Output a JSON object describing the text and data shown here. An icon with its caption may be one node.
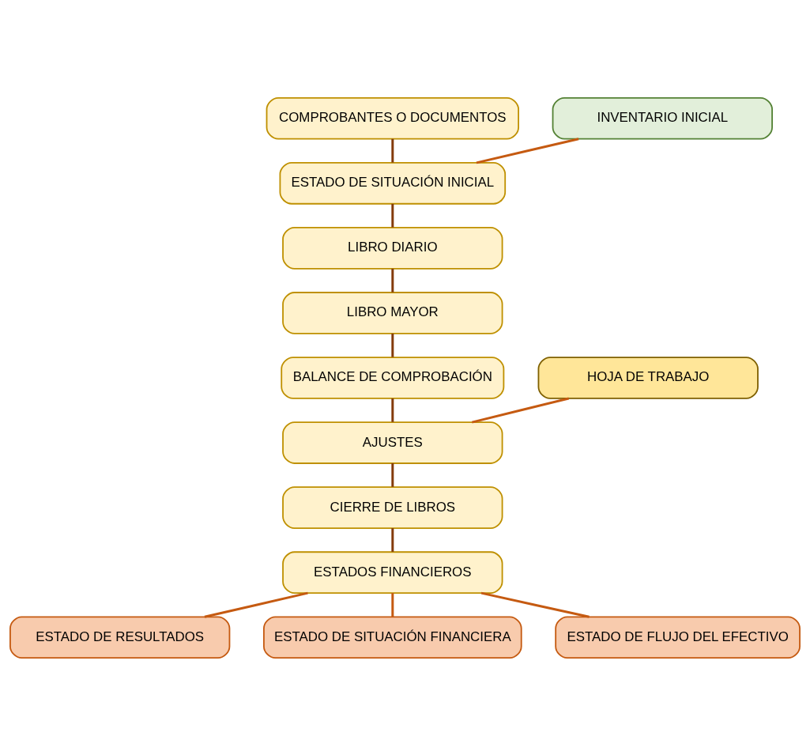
{
  "diagram": {
    "nodes": [
      {
        "text": [
          "COMPROBANTES O DOCUMENTOS"
        ]
      },
      {
        "text": [
          "INVENTARIO INICIAL"
        ]
      },
      {
        "text": [
          "ESTADO DE SITUACIÓN INICIAL"
        ]
      },
      {
        "text": [
          "LIBRO DIARIO"
        ]
      },
      {
        "text": [
          "LIBRO MAYOR"
        ]
      },
      {
        "text": [
          "BALANCE DE COMPROBACIÓN"
        ]
      },
      {
        "text": [
          "HOJA DE TRABAJO"
        ]
      },
      {
        "text": [
          "AJUSTES"
        ]
      },
      {
        "text": [
          "CIERRE DE LIBROS"
        ]
      },
      {
        "text": [
          "ESTADOS FINANCIEROS"
        ]
      },
      {
        "text": [
          "ESTADO DE RESULTADOS"
        ]
      },
      {
        "text": [
          "ESTADO DE SITUACIÓN FINANCIERA"
        ]
      },
      {
        "text": [
          "ESTADO DE FLUJO DEL EFECTIVO"
        ]
      }
    ],
    "edges": [
      {
        "from": 0,
        "to": 2,
        "arrow": "none"
      },
      {
        "from": 1,
        "to": 2,
        "arrow": "none",
        "color": "#c55a11"
      },
      {
        "from": 2,
        "to": 3,
        "arrow": "none"
      },
      {
        "from": 3,
        "to": 4,
        "arrow": "none"
      },
      {
        "from": 4,
        "to": 5,
        "arrow": "none"
      },
      {
        "from": 5,
        "to": 7,
        "arrow": "none"
      },
      {
        "from": 6,
        "to": 7,
        "arrow": "none",
        "color": "#c55a11"
      },
      {
        "from": 7,
        "to": 8,
        "arrow": "none"
      },
      {
        "from": 8,
        "to": 9,
        "arrow": "none"
      },
      {
        "from": 9,
        "to": 10,
        "arrow": "none",
        "color": "#c55a11"
      },
      {
        "from": 9,
        "to": 11,
        "arrow": "none",
        "color": "#c55a11"
      },
      {
        "from": 9,
        "to": 12,
        "arrow": "none",
        "color": "#c55a11"
      }
    ]
  }
}
